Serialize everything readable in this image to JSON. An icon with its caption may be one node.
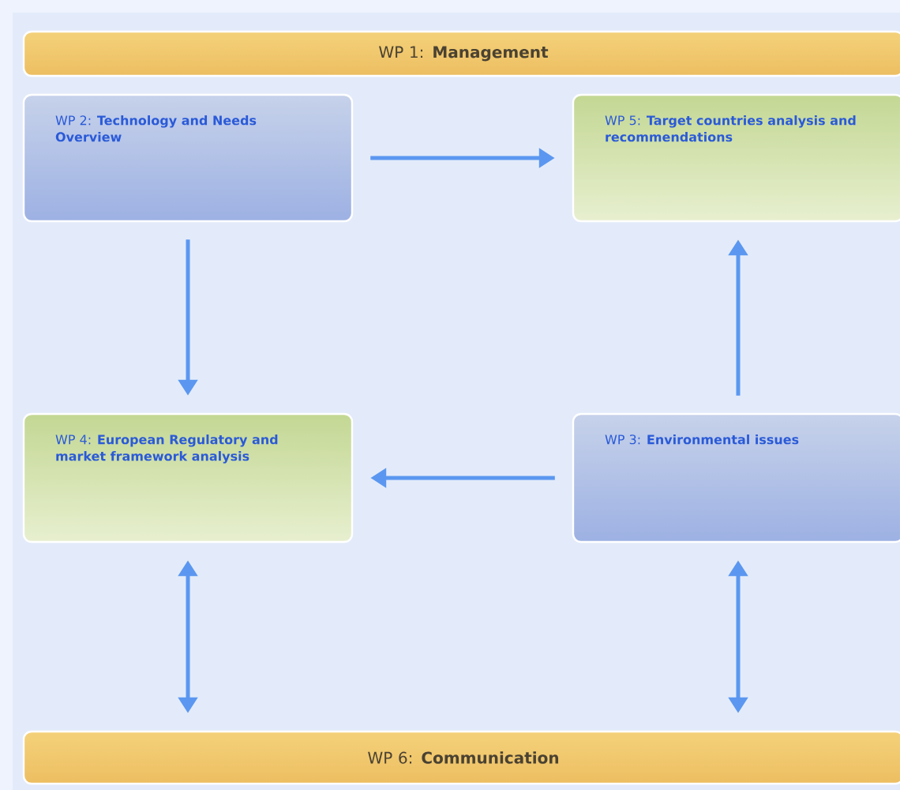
{
  "diagram": {
    "nodes": [
      {
        "text": [
          "WP 1: **Management**"
        ]
      },
      {
        "text": [
          "WP 2: **Technology and Needs Overview**"
        ]
      },
      {
        "text": [
          "WP 5: **Target countries analysis and recommendations**"
        ]
      },
      {
        "text": [
          "WP 4: **European Regulatory and market framework analysis**"
        ]
      },
      {
        "text": [
          "WP 3: **Environmental issues**"
        ]
      },
      {
        "text": [
          "WP 6: **Communication**"
        ]
      }
    ],
    "edges": [
      {
        "from": 1,
        "to": 2,
        "arrow": "to"
      },
      {
        "from": 1,
        "to": 3,
        "arrow": "to"
      },
      {
        "from": 4,
        "to": 2,
        "arrow": "to"
      },
      {
        "from": 4,
        "to": 3,
        "arrow": "to"
      },
      {
        "from": 3,
        "to": 5,
        "arrow": "both"
      },
      {
        "from": 4,
        "to": 5,
        "arrow": "both"
      }
    ]
  }
}
